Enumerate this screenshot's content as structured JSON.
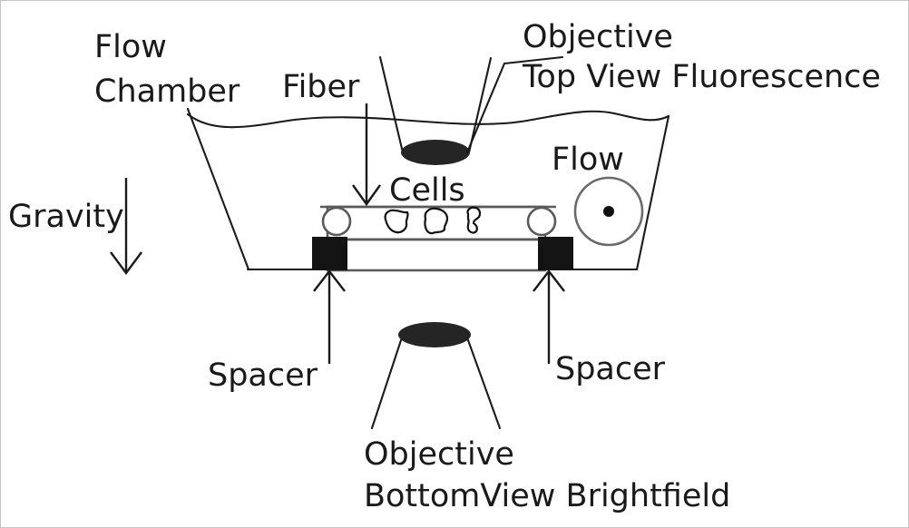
{
  "figure": {
    "kind": "schematic-diagram",
    "subject": "flow chamber cell imaging setup",
    "background_color": "#ffffff",
    "border_color": "#c3c5c7",
    "ink_color": "#1a1a1a"
  },
  "labels": {
    "flow_chamber_line1": "Flow",
    "flow_chamber_line2": "Chamber",
    "fiber": "Fiber",
    "objective_top_line1": "Objective",
    "objective_top_line2": "Top View Fluorescence",
    "gravity": "Gravity",
    "cells": "Cells",
    "flow": "Flow",
    "spacer_left": "Spacer",
    "spacer_right": "Spacer",
    "objective_bottom_line1": "Objective",
    "objective_bottom_line2": "BottomView Brightfield"
  },
  "components": {
    "flow_chamber": {
      "name": "flow-chamber",
      "shape": "trapezoid-vessel",
      "wall_color": "#1a1a1a"
    },
    "liquid_surface": {
      "name": "liquid-surface",
      "shape": "wavy-line"
    },
    "top_objective": {
      "name": "top-objective",
      "shape": "inverted-cone-with-lens",
      "lens_color": "#252525"
    },
    "bottom_objective": {
      "name": "bottom-objective",
      "shape": "cone-with-lens",
      "lens_color": "#252525"
    },
    "channel": {
      "name": "flow-channel",
      "bands": 2,
      "edge_color": "#5a5a5a"
    },
    "spacers": {
      "name": "spacer-block",
      "count": 2,
      "color": "#141414"
    },
    "tubing_ends": {
      "name": "tubing-end-circle",
      "count": 2,
      "fill": "#ffffff",
      "stroke": "#5a5a5a"
    },
    "cells": {
      "name": "cell",
      "count": 3,
      "fill": "#ffffff",
      "stroke": "#111111"
    },
    "flow_symbol": {
      "name": "flow-out-of-page-symbol",
      "description": "circle with center dot"
    },
    "gravity_arrow": {
      "name": "gravity-arrow",
      "direction": "down"
    },
    "fiber_arrow": {
      "name": "fiber-arrow",
      "direction": "down"
    },
    "spacer_arrows": {
      "name": "spacer-arrow",
      "count": 2,
      "direction": "up"
    }
  }
}
